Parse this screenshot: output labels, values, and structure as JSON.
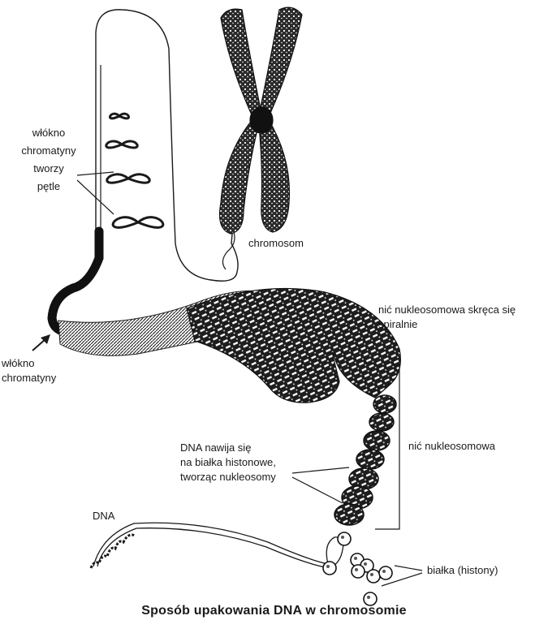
{
  "labels": {
    "loops": [
      "włókno",
      "chromatyny",
      "tworzy",
      "pętle"
    ],
    "chromosome": "chromosom",
    "spiral": [
      "nić nukleosomowa skręca się",
      "spiralnie"
    ],
    "chromatin_fiber": [
      "włókno",
      "chromatyny"
    ],
    "nucleosome_thread": "nić nukleosomowa",
    "dna_wrap": [
      "DNA nawija się",
      "na białka histonowe,",
      "tworząc nukleosomy"
    ],
    "dna": "DNA",
    "proteins": "białka (histony)"
  },
  "caption": "Sposób upakowania DNA w chromosomie"
}
